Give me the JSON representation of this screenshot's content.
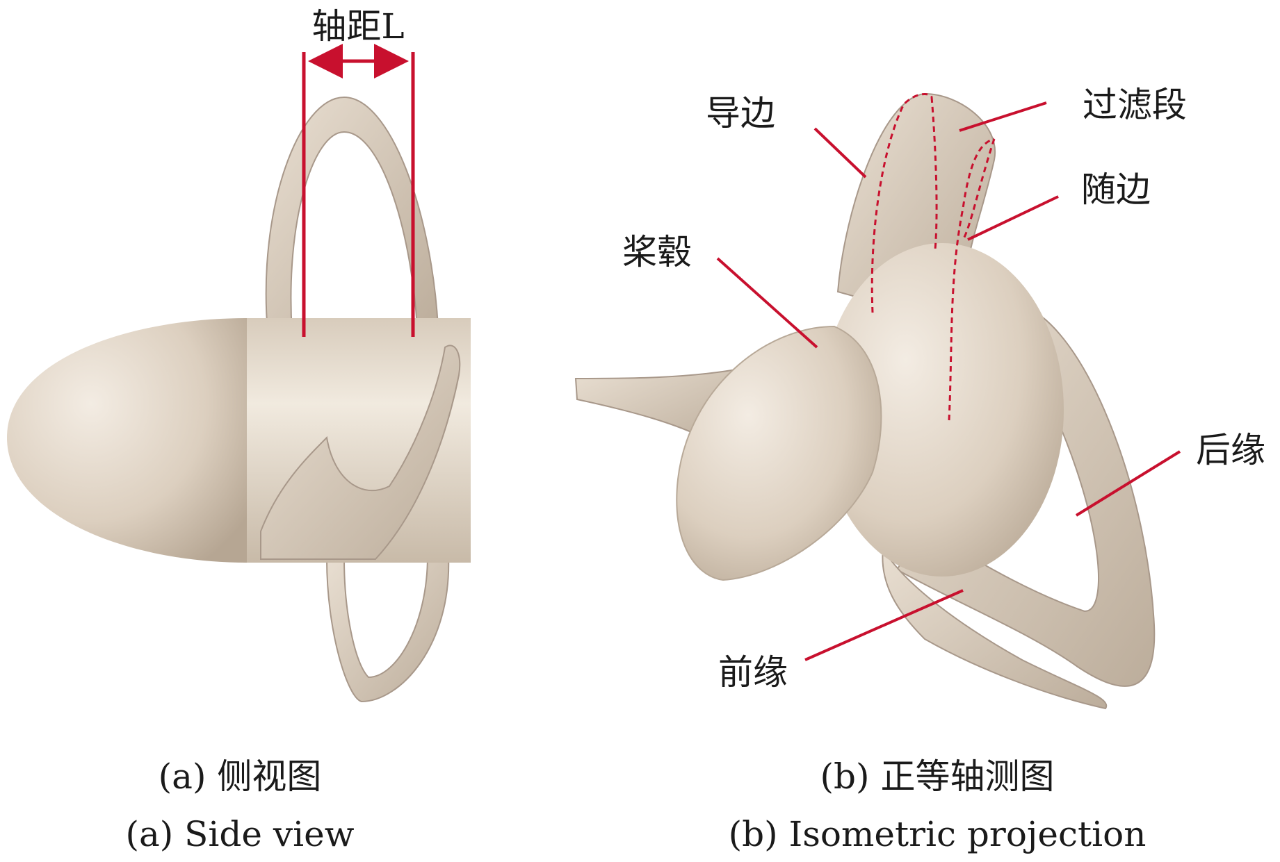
{
  "side_view": {
    "dimension_label": "轴距L",
    "caption_cn": "(a) 侧视图",
    "caption_en": "(a) Side view"
  },
  "iso_view": {
    "labels": {
      "leading_edge_tip": "导边",
      "transition_section": "过滤段",
      "trailing_edge_tip": "随边",
      "hub": "桨毂",
      "trailing_edge": "后缘",
      "leading_edge": "前缘"
    },
    "caption_cn": "(b) 正等轴测图",
    "caption_en": "(b) Isometric projection"
  },
  "colors": {
    "surface": "#e6dccf",
    "surface_shade": "#bfb1a0",
    "annotation": "#c8102e",
    "text": "#1a1a1a"
  }
}
